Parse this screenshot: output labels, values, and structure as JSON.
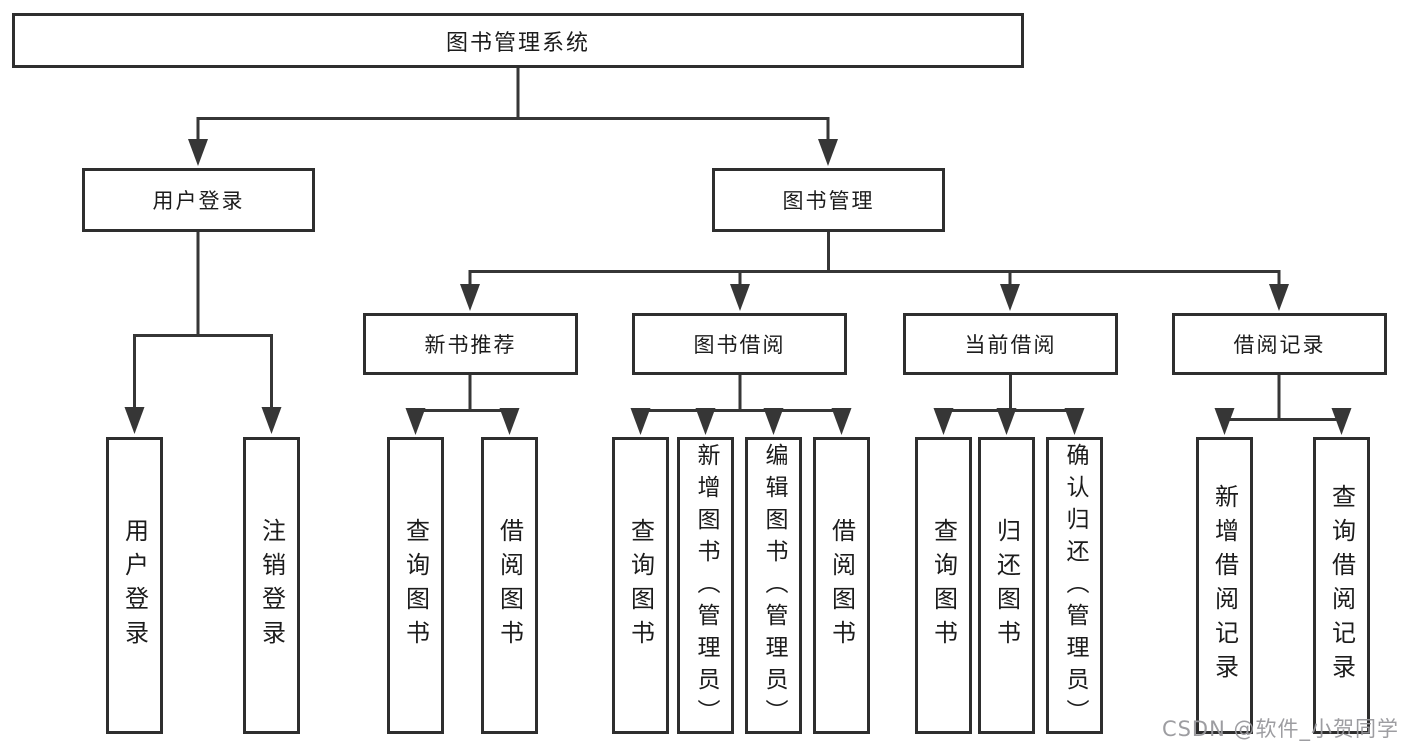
{
  "tree": {
    "label": "图书管理系统",
    "children": [
      {
        "label": "用户登录",
        "children": [
          {
            "label": "用户登录"
          },
          {
            "label": "注销登录"
          }
        ]
      },
      {
        "label": "图书管理",
        "children": [
          {
            "label": "新书推荐",
            "children": [
              {
                "label": "查询图书"
              },
              {
                "label": "借阅图书"
              }
            ]
          },
          {
            "label": "图书借阅",
            "children": [
              {
                "label": "查询图书"
              },
              {
                "label": "新增图书（管理员）"
              },
              {
                "label": "编辑图书（管理员）"
              },
              {
                "label": "借阅图书"
              }
            ]
          },
          {
            "label": "当前借阅",
            "children": [
              {
                "label": "查询图书"
              },
              {
                "label": "归还图书"
              },
              {
                "label": "确认归还（管理员）"
              }
            ]
          },
          {
            "label": "借阅记录",
            "children": [
              {
                "label": "新增借阅记录"
              },
              {
                "label": "查询借阅记录"
              }
            ]
          }
        ]
      }
    ]
  },
  "watermark": "CSDN @软件_小贺同学",
  "colors": {
    "line": "#363636",
    "box_border": "#2e2e2e",
    "text": "#1c1c1c",
    "background": "#ffffff",
    "watermark": "#98989c"
  }
}
